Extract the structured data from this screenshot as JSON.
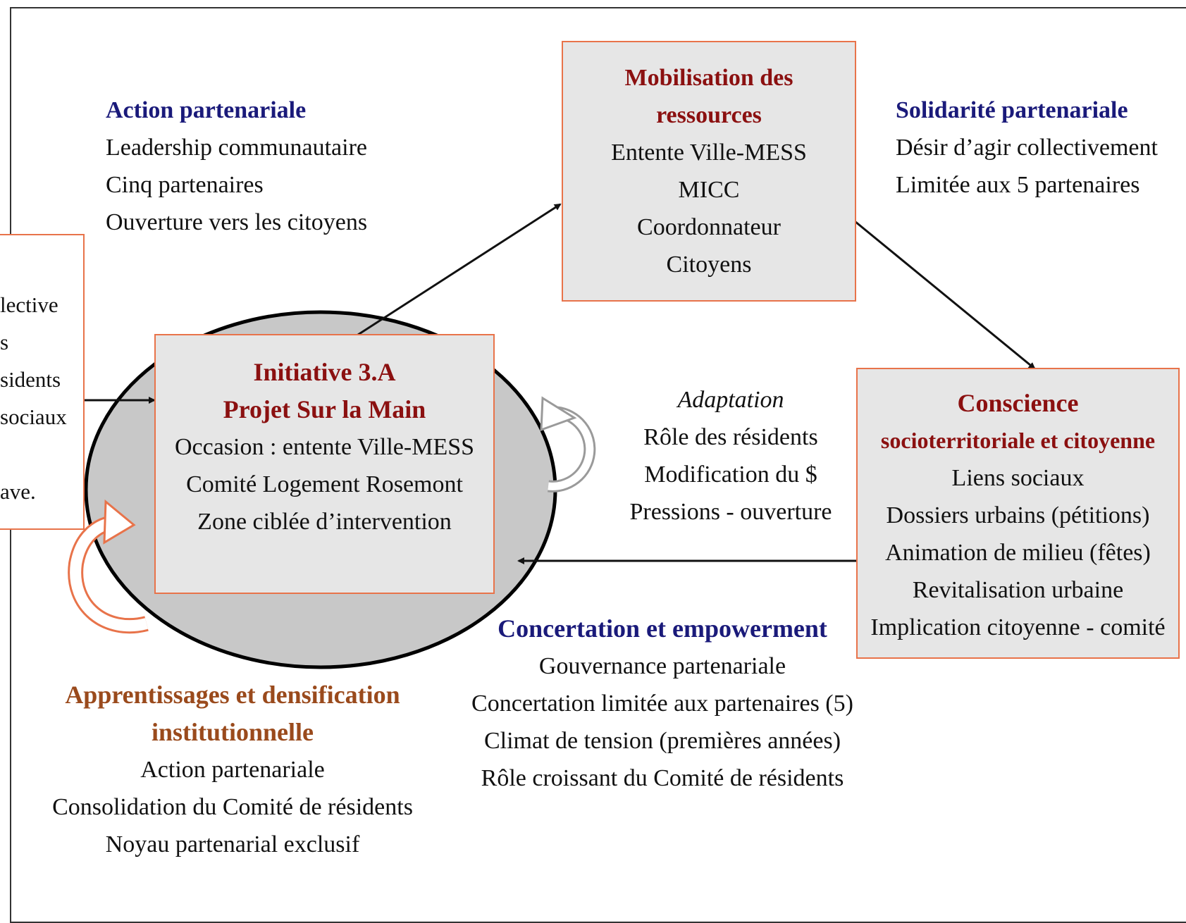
{
  "colors": {
    "accent_orange": "#e8734a",
    "title_navy": "#1a1a7a",
    "title_maroon": "#8b1010",
    "title_brown": "#9a4a1c",
    "box_fill": "#e6e6e6",
    "ellipse_fill": "#c8c8c8"
  },
  "action": {
    "title": "Action partenariale",
    "lines": [
      "Leadership communautaire",
      "Cinq partenaires",
      "Ouverture vers les citoyens"
    ]
  },
  "mobilisation": {
    "title": [
      "Mobilisation des",
      "ressources"
    ],
    "lines": [
      "Entente Ville-MESS",
      "MICC",
      "Coordonnateur",
      "Citoyens"
    ]
  },
  "solidarite": {
    "title": "Solidarité partenariale",
    "lines": [
      "Désir d’agir collectivement",
      "Limitée aux 5 partenaires"
    ]
  },
  "left_box": {
    "lines": [
      "lective",
      "s",
      "sidents",
      "sociaux",
      "",
      "ave."
    ]
  },
  "initiative": {
    "title": [
      "Initiative 3.A",
      "Projet Sur la Main"
    ],
    "lines": [
      "Occasion : entente Ville-MESS",
      "Comité Logement Rosemont",
      "Zone ciblée d’intervention"
    ]
  },
  "adaptation": {
    "title": "Adaptation",
    "lines": [
      "Rôle des résidents",
      "Modification du $",
      "Pressions - ouverture"
    ]
  },
  "conscience": {
    "title": [
      "Conscience",
      "socioterritoriale et citoyenne"
    ],
    "lines": [
      "Liens sociaux",
      "Dossiers urbains (pétitions)",
      "Animation de milieu (fêtes)",
      "Revitalisation urbaine",
      "Implication citoyenne - comité"
    ]
  },
  "concertation": {
    "title": "Concertation et empowerment",
    "lines": [
      "Gouvernance partenariale",
      "Concertation limitée aux partenaires (5)",
      "Climat de tension (premières années)",
      "Rôle croissant du Comité de résidents"
    ]
  },
  "apprentissages": {
    "title": [
      "Apprentissages et densification",
      "institutionnelle"
    ],
    "lines": [
      "Action partenariale",
      "Consolidation du Comité de résidents",
      "Noyau partenarial exclusif"
    ]
  }
}
